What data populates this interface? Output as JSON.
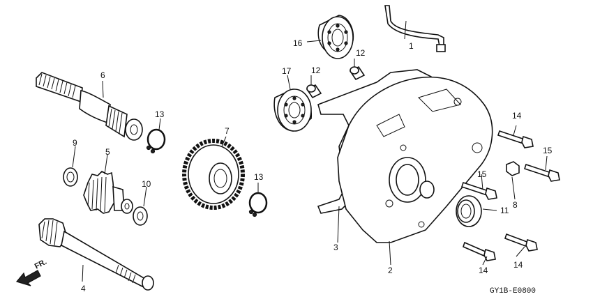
{
  "callouts": {
    "c1": "1",
    "c2": "2",
    "c3": "3",
    "c4": "4",
    "c5": "5",
    "c6": "6",
    "c7": "7",
    "c8": "8",
    "c9": "9",
    "c10": "10",
    "c11": "11",
    "c12a": "12",
    "c12b": "12",
    "c13a": "13",
    "c13b": "13",
    "c14a": "14",
    "c14b": "14",
    "c14c": "14",
    "c15a": "15",
    "c15b": "15",
    "c16": "16",
    "c17": "17"
  },
  "front_arrow_label": "FR.",
  "diagram_code": "GY1B-E0800"
}
